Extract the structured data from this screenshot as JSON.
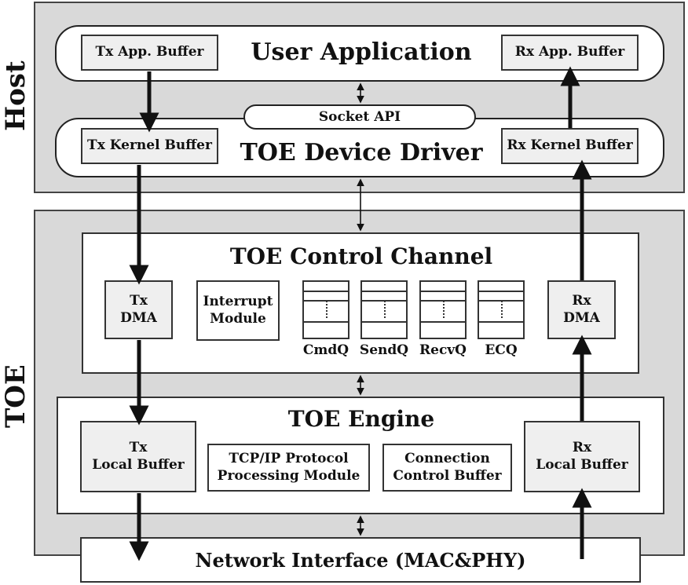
{
  "side_labels": {
    "host": "Host",
    "toe": "TOE"
  },
  "user_application": {
    "title": "User Application",
    "tx_buffer": "Tx App. Buffer",
    "rx_buffer": "Rx App. Buffer"
  },
  "socket_api": "Socket API",
  "device_driver": {
    "title": "TOE Device Driver",
    "tx_buffer": "Tx Kernel Buffer",
    "rx_buffer": "Rx Kernel Buffer"
  },
  "control_channel": {
    "title": "TOE Control Channel",
    "tx_dma": [
      "Tx",
      "DMA"
    ],
    "rx_dma": [
      "Rx",
      "DMA"
    ],
    "interrupt": [
      "Interrupt",
      "Module"
    ],
    "queues": [
      "CmdQ",
      "SendQ",
      "RecvQ",
      "ECQ"
    ]
  },
  "engine": {
    "title": "TOE Engine",
    "tx_local": [
      "Tx",
      "Local Buffer"
    ],
    "rx_local": [
      "Rx",
      "Local Buffer"
    ],
    "tcpip": [
      "TCP/IP Protocol",
      "Processing Module"
    ],
    "connection": [
      "Connection",
      "Control Buffer"
    ]
  },
  "network_interface": "Network Interface (MAC&PHY)"
}
